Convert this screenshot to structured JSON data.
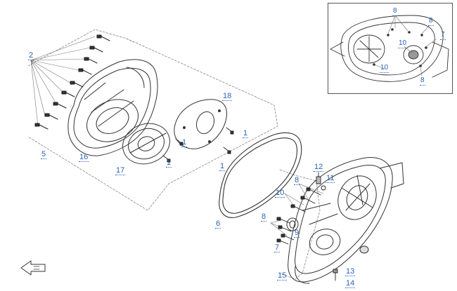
{
  "diagram": {
    "callouts": {
      "c2": "2",
      "c5": "5",
      "c16": "16",
      "c17": "17",
      "c18": "18",
      "c1a": "1",
      "c1b": "1",
      "c1c": "1",
      "c1d": "1",
      "c6": "6",
      "c12": "12",
      "c11": "11",
      "c8a": "8",
      "c10a": "10",
      "c8b": "8",
      "c9": "9",
      "c7a": "7",
      "c15": "15",
      "c13": "13",
      "c14": "14",
      "i8a": "8",
      "i8b": "8",
      "i7": "7",
      "i10a": "10",
      "i10b": "10",
      "i8c": "8"
    },
    "colors": {
      "callout_text": "#2a63b5",
      "line_art": "#333333",
      "leader": "#777777"
    },
    "icons": [
      "front-direction-arrow-icon"
    ]
  }
}
